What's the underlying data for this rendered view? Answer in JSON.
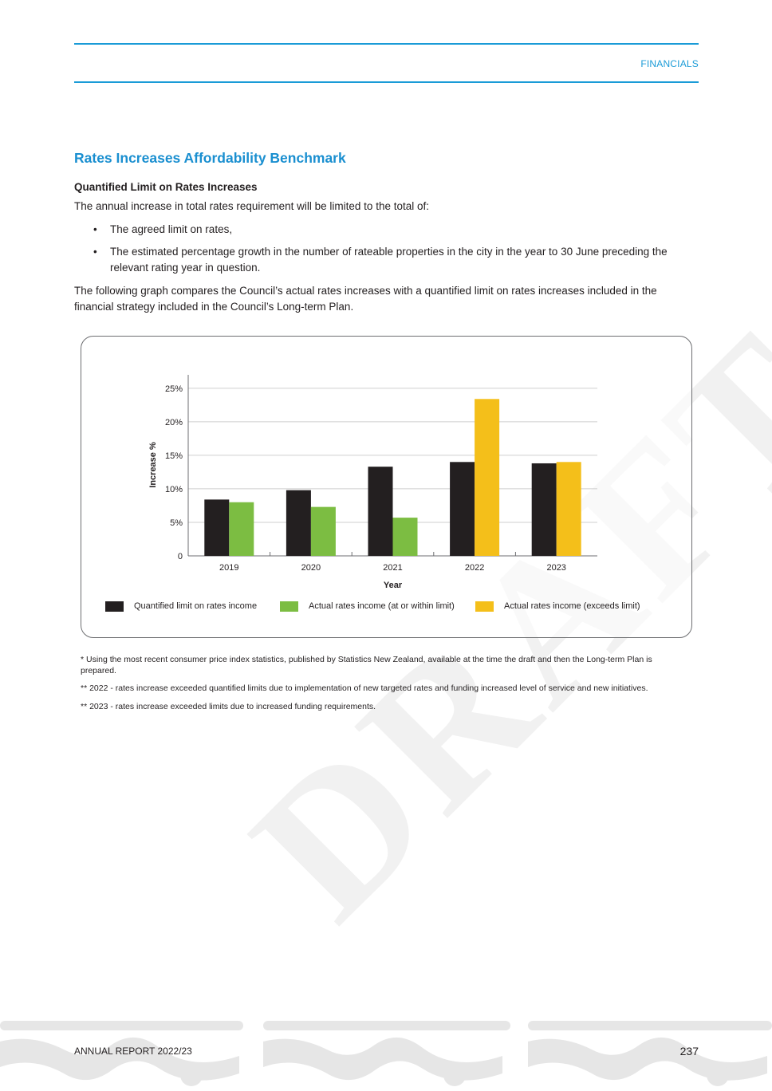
{
  "header": {
    "section": "FINANCIALS"
  },
  "heading": "Rates Increases Affordability Benchmark",
  "subheading": "Quantified Limit on Rates Increases",
  "intro": "The annual increase in total rates requirement will be limited to the total of:",
  "bullets": [
    "The agreed limit on rates,",
    "The estimated percentage growth in the number of rateable properties in the city in the year to 30 June preceding the relevant rating year in question."
  ],
  "body": "The following graph compares the Council’s actual rates increases with a quantified limit on rates increases included in the financial strategy included in the Council’s Long-term Plan.",
  "watermark": "DRAFT",
  "chart_data": {
    "type": "bar",
    "title": "",
    "xlabel": "Year",
    "ylabel": "Increase %",
    "ylim": [
      0,
      27
    ],
    "yticks": [
      0,
      5,
      10,
      15,
      20,
      25
    ],
    "ytick_labels": [
      "0",
      "5%",
      "10%",
      "15%",
      "20%",
      "25%"
    ],
    "grid": true,
    "categories": [
      "2019",
      "2020",
      "2021",
      "2022",
      "2023"
    ],
    "series": [
      {
        "name": "Quantified limit on rates income",
        "color": "#231f20",
        "values": [
          8.4,
          9.8,
          13.3,
          14.0,
          13.8
        ]
      },
      {
        "name": "Actual rates income (at or within limit)",
        "color": "#7cbd42",
        "values": [
          8.0,
          7.3,
          5.7,
          null,
          null
        ]
      },
      {
        "name": "Actual rates income (exceeds limit)",
        "color": "#f4bf1a",
        "values": [
          null,
          null,
          null,
          23.4,
          14.0
        ]
      }
    ],
    "legend": "bottom"
  },
  "footnotes": [
    "* Using the most recent consumer price index statistics, published by Statistics New Zealand, available at the time the draft and then the Long-term Plan is prepared.",
    "** 2022 - rates increase exceeded quantified limits due to implementation of new targeted rates and funding increased level of service and new initiatives.",
    "** 2023 - rates increase exceeded limits due to increased funding requirements."
  ],
  "footer": {
    "report": "ANNUAL REPORT 2022/23",
    "page": "237"
  }
}
